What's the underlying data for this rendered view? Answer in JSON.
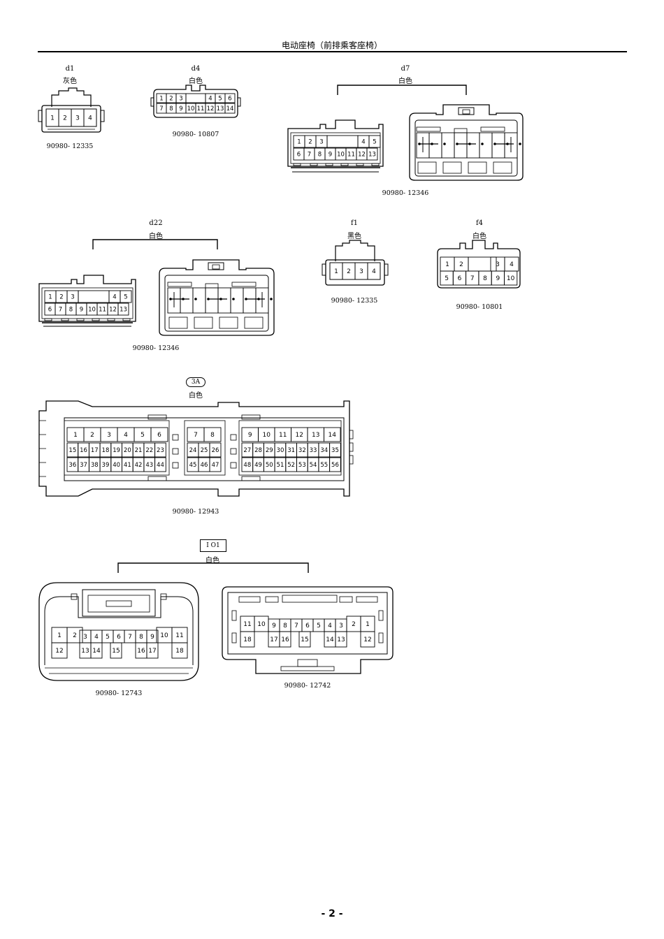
{
  "page": {
    "title": "电动座椅（前排乘客座椅）",
    "page_number": "- 2 -"
  },
  "connectors": {
    "d1": {
      "id": "d1",
      "color": "灰色",
      "part": "90980- 12335",
      "pins": [
        "1",
        "2",
        "3",
        "4"
      ]
    },
    "d4": {
      "id": "d4",
      "color": "白色",
      "part": "90980- 10807",
      "top": [
        "1",
        "2",
        "3",
        "4",
        "5",
        "6"
      ],
      "bottom": [
        "7",
        "8",
        "9",
        "10",
        "11",
        "12",
        "13",
        "14"
      ]
    },
    "d7": {
      "id": "d7",
      "color": "白色",
      "part": "90980- 12346",
      "top": [
        "1",
        "2",
        "3",
        "4",
        "5"
      ],
      "bottom": [
        "6",
        "7",
        "8",
        "9",
        "10",
        "11",
        "12",
        "13"
      ]
    },
    "d22": {
      "id": "d22",
      "color": "白色",
      "part": "90980- 12346",
      "top": [
        "1",
        "2",
        "3",
        "4",
        "5"
      ],
      "bottom": [
        "6",
        "7",
        "8",
        "9",
        "10",
        "11",
        "12",
        "13"
      ]
    },
    "f1": {
      "id": "f1",
      "color": "黑色",
      "part": "90980- 12335",
      "pins": [
        "1",
        "2",
        "3",
        "4"
      ]
    },
    "f4": {
      "id": "f4",
      "color": "白色",
      "part": "90980- 10801",
      "top": [
        "1",
        "2",
        "3",
        "4"
      ],
      "bottom": [
        "5",
        "6",
        "7",
        "8",
        "9",
        "10"
      ]
    },
    "3A": {
      "id": "3A",
      "color": "白色",
      "part": "90980- 12943",
      "row1": [
        "1",
        "2",
        "3",
        "4",
        "5",
        "6",
        "7",
        "8",
        "9",
        "10",
        "11",
        "12",
        "13",
        "14"
      ],
      "row2": [
        "15",
        "16",
        "17",
        "18",
        "19",
        "20",
        "21",
        "22",
        "23",
        "24",
        "25",
        "26",
        "27",
        "28",
        "29",
        "30",
        "31",
        "32",
        "33",
        "34",
        "35"
      ],
      "row3": [
        "36",
        "37",
        "38",
        "39",
        "40",
        "41",
        "42",
        "43",
        "44",
        "45",
        "46",
        "47",
        "48",
        "49",
        "50",
        "51",
        "52",
        "53",
        "54",
        "55",
        "56"
      ]
    },
    "IO1": {
      "id": "I O1",
      "color": "白色",
      "left": {
        "part": "90980- 12743",
        "top": [
          "1",
          "2",
          "3",
          "4",
          "5",
          "6",
          "7",
          "8",
          "9",
          "10",
          "11"
        ],
        "bottom": [
          "12",
          "13",
          "14",
          "15",
          "16",
          "17",
          "18"
        ]
      },
      "right": {
        "part": "90980- 12742",
        "top": [
          "11",
          "10",
          "9",
          "8",
          "7",
          "6",
          "5",
          "4",
          "3",
          "2",
          "1"
        ],
        "bottom": [
          "18",
          "17",
          "16",
          "15",
          "14",
          "13",
          "12"
        ]
      }
    }
  }
}
